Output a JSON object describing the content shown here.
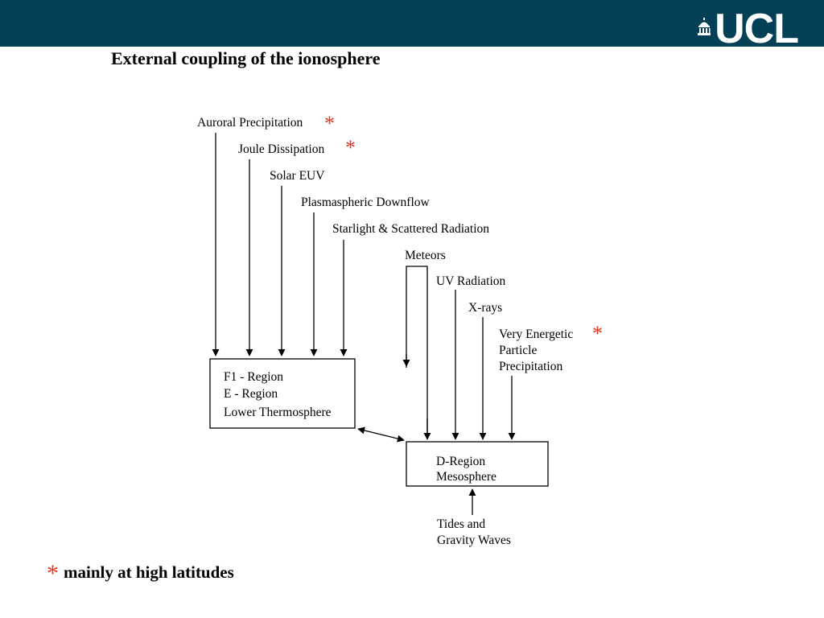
{
  "header": {
    "logo_text": "UCL",
    "logo_icon": "portico-dome-icon",
    "bar_color": "#034056"
  },
  "title": "External coupling of the ionosphere",
  "diagram": {
    "inputs_upper": [
      "Auroral Precipitation",
      "Joule Dissipation",
      "Solar EUV",
      "Plasmaspheric Downflow",
      "Starlight & Scattered Radiation"
    ],
    "inputs_lower": [
      "Meteors",
      "UV Radiation",
      "X-rays"
    ],
    "vep": {
      "line1": "Very Energetic",
      "line2": "Particle",
      "line3": "Precipitation"
    },
    "upper_box": {
      "line1": "F1 - Region",
      "line2": "E - Region",
      "line3": "Lower Thermosphere"
    },
    "lower_box": {
      "line1": "D-Region",
      "line2": "Mesosphere"
    },
    "bottom_input": {
      "line1": "Tides and",
      "line2": "Gravity Waves"
    },
    "star": "*",
    "star_color": "#e8341c"
  },
  "footnote": {
    "star": "*",
    "text": "mainly at high latitudes"
  }
}
